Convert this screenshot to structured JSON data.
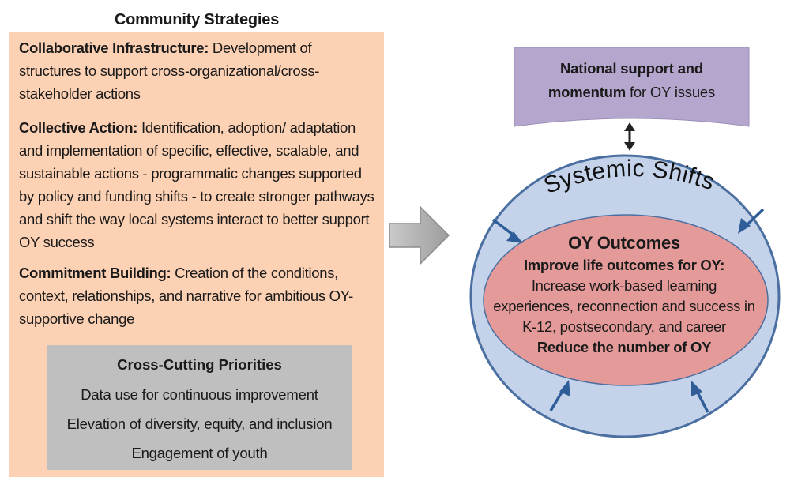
{
  "strategies": {
    "title": "Community Strategies",
    "items": [
      {
        "term": "Collaborative Infrastructure:",
        "text": " Development  of structures to support cross-organizational/cross-stakeholder actions"
      },
      {
        "term": "Collective Action:",
        "text": " Identification, adoption/ adaptation and implementation of specific, effective, scalable, and sustainable actions  - programmatic changes supported by policy and funding shifts - to create stronger pathways and shift the way local systems interact to better support OY success"
      },
      {
        "term": "Commitment Building:",
        "text": " Creation of the conditions, context, relationships, and narrative  for ambitious OY-supportive change"
      }
    ]
  },
  "priorities": {
    "title": "Cross-Cutting Priorities",
    "items": [
      "Data use for continuous improvement",
      "Elevation of diversity, equity, and inclusion",
      "Engagement of youth"
    ]
  },
  "national": {
    "line1_bold": "National support and",
    "line2_bold": "momentum",
    "line2_rest": " for OY issues"
  },
  "systemic": {
    "label": "Systemic Shifts"
  },
  "outcomes": {
    "title": "OY Outcomes",
    "subtitle": "Improve life outcomes for OY:",
    "lines": [
      "Increase work-based learning",
      "experiences, reconnection and success in",
      "K-12, postsecondary, and career"
    ],
    "closing": "Reduce the number of OY"
  },
  "colors": {
    "strategies_bg": "#fdd1b3",
    "priorities_bg": "#bfbfbf",
    "national_bg": "#b4a6cc",
    "outer_ellipse": "#c4d3ea",
    "inner_ellipse": "#e39a99",
    "outline": "#4a6fa0"
  }
}
